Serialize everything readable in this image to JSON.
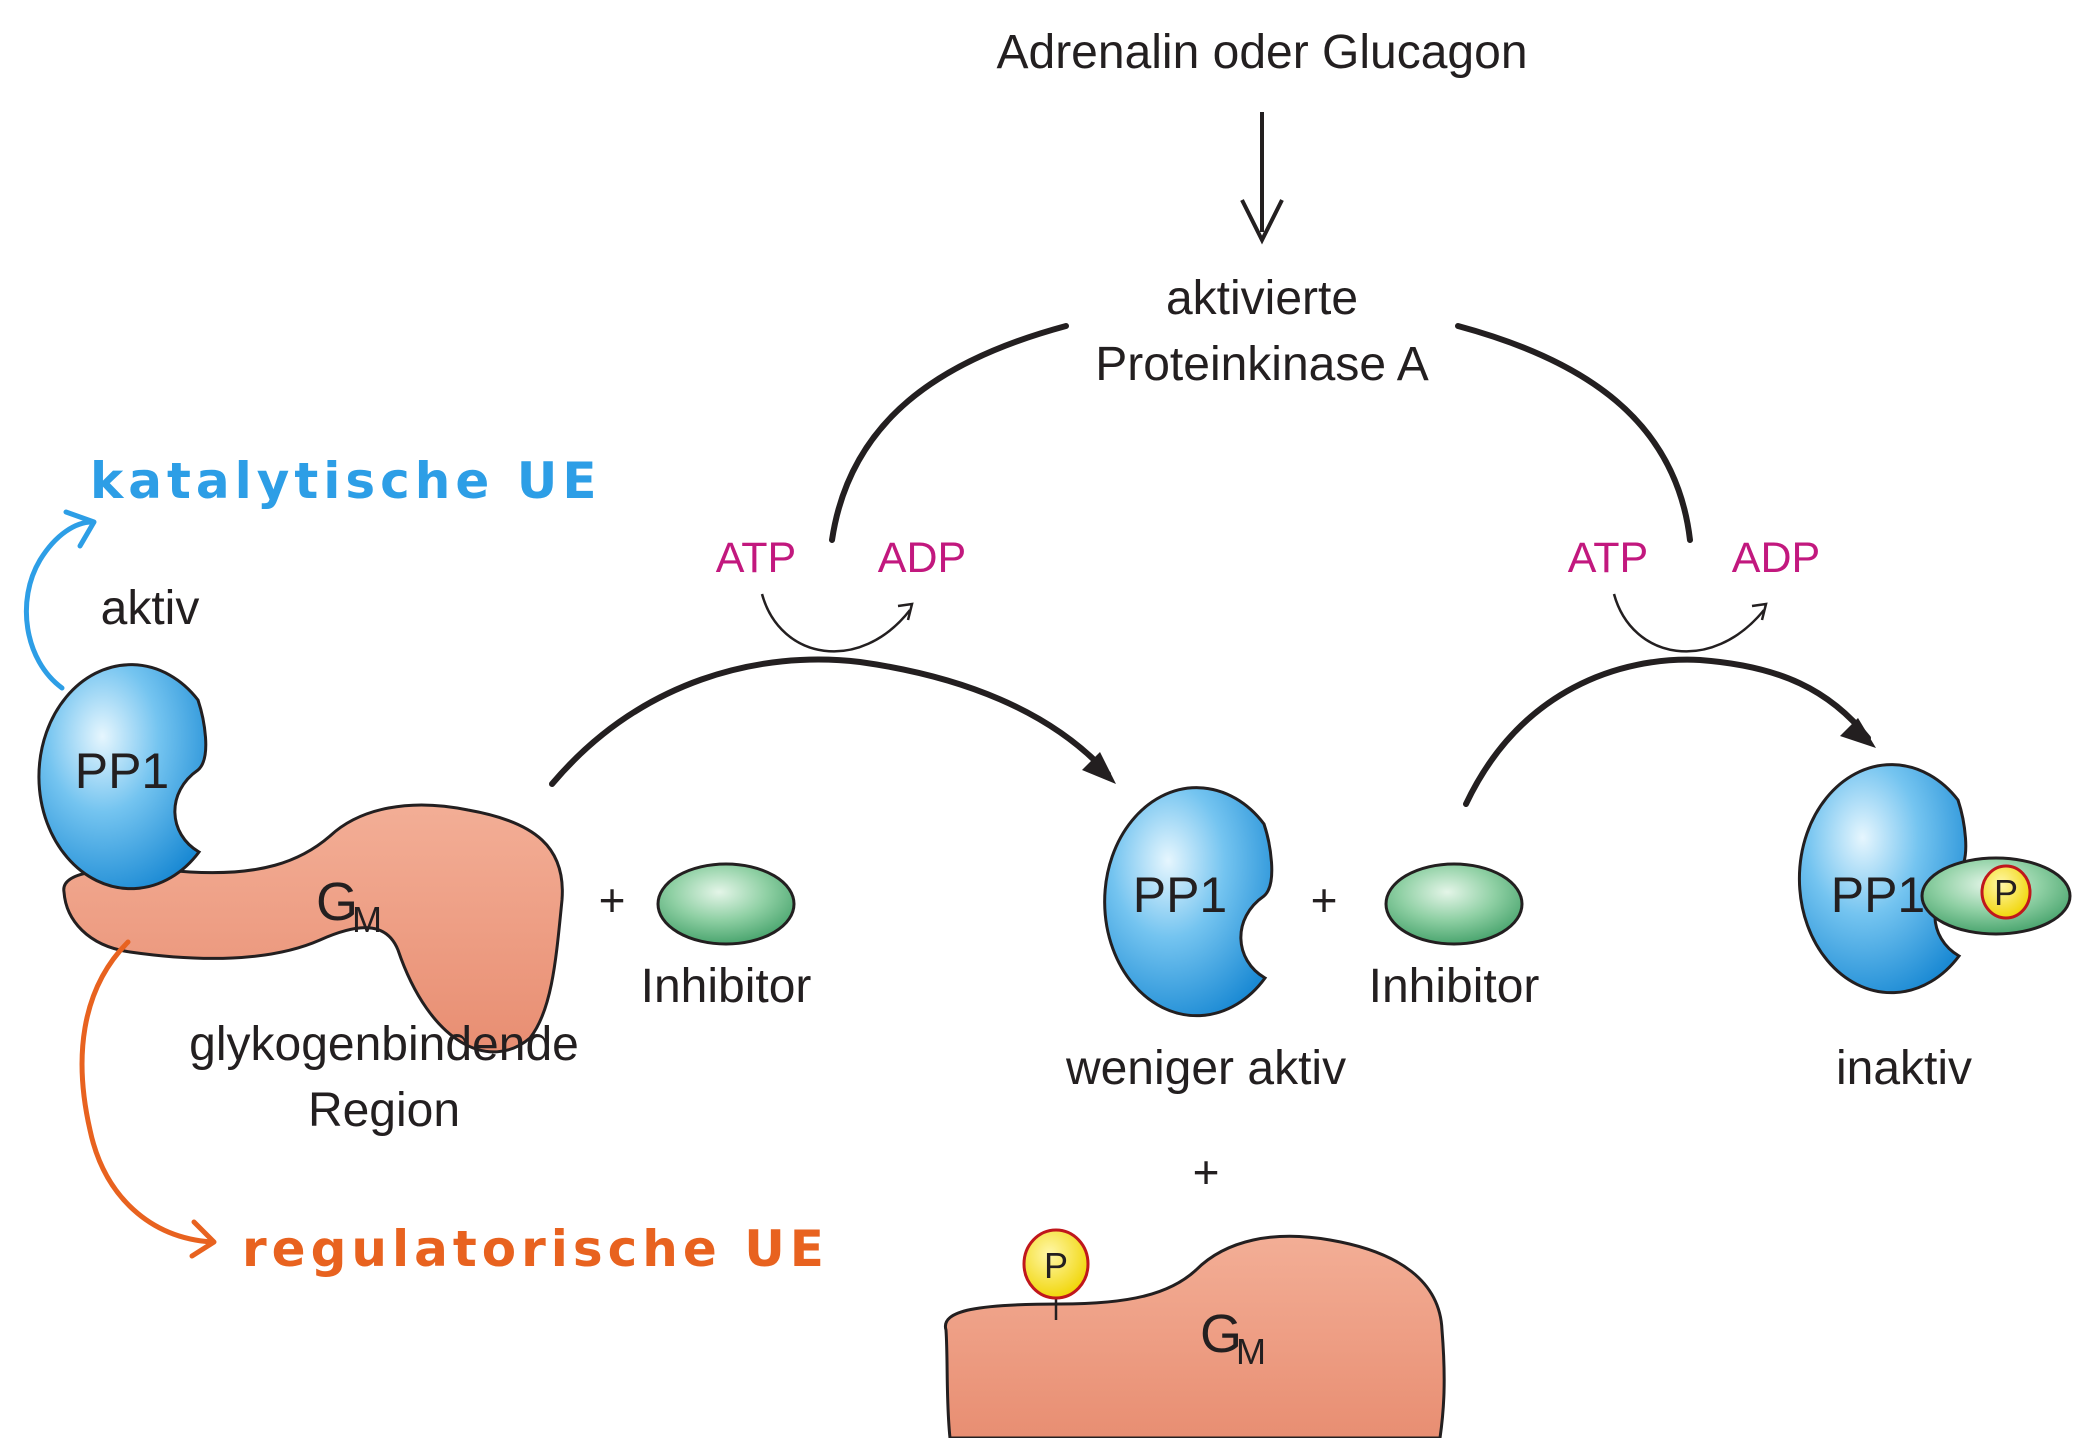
{
  "diagram": {
    "signal_label": "Adrenalin oder Glucagon",
    "kinase_label_line1": "aktivierte",
    "kinase_label_line2": "Proteinkinase A",
    "atp_label": "ATP",
    "adp_label": "ADP",
    "pp1_label": "PP1",
    "gm_label": "G",
    "gm_subscript": "M",
    "phosphate_label": "P",
    "inhibitor_label": "Inhibitor",
    "plus_sign": "+",
    "state_active": "aktiv",
    "state_less_active": "weniger aktiv",
    "state_inactive": "inaktiv",
    "glycogen_region_line1": "glykogenbindende",
    "glycogen_region_line2": "Region"
  },
  "annotations": {
    "catalytic_label": "katalytische UE",
    "regulatory_label": "regulatorische UE"
  },
  "colors": {
    "pp1_blue": "#2f9fe0",
    "gm_salmon": "#ee9a80",
    "inhibitor_green": "#4caf7a",
    "phosphate_yellow": "#f7e21c",
    "atp_adp_magenta": "#c2187e",
    "catalytic_annotation": "#2d9ee6",
    "regulatory_annotation": "#e8621f"
  }
}
